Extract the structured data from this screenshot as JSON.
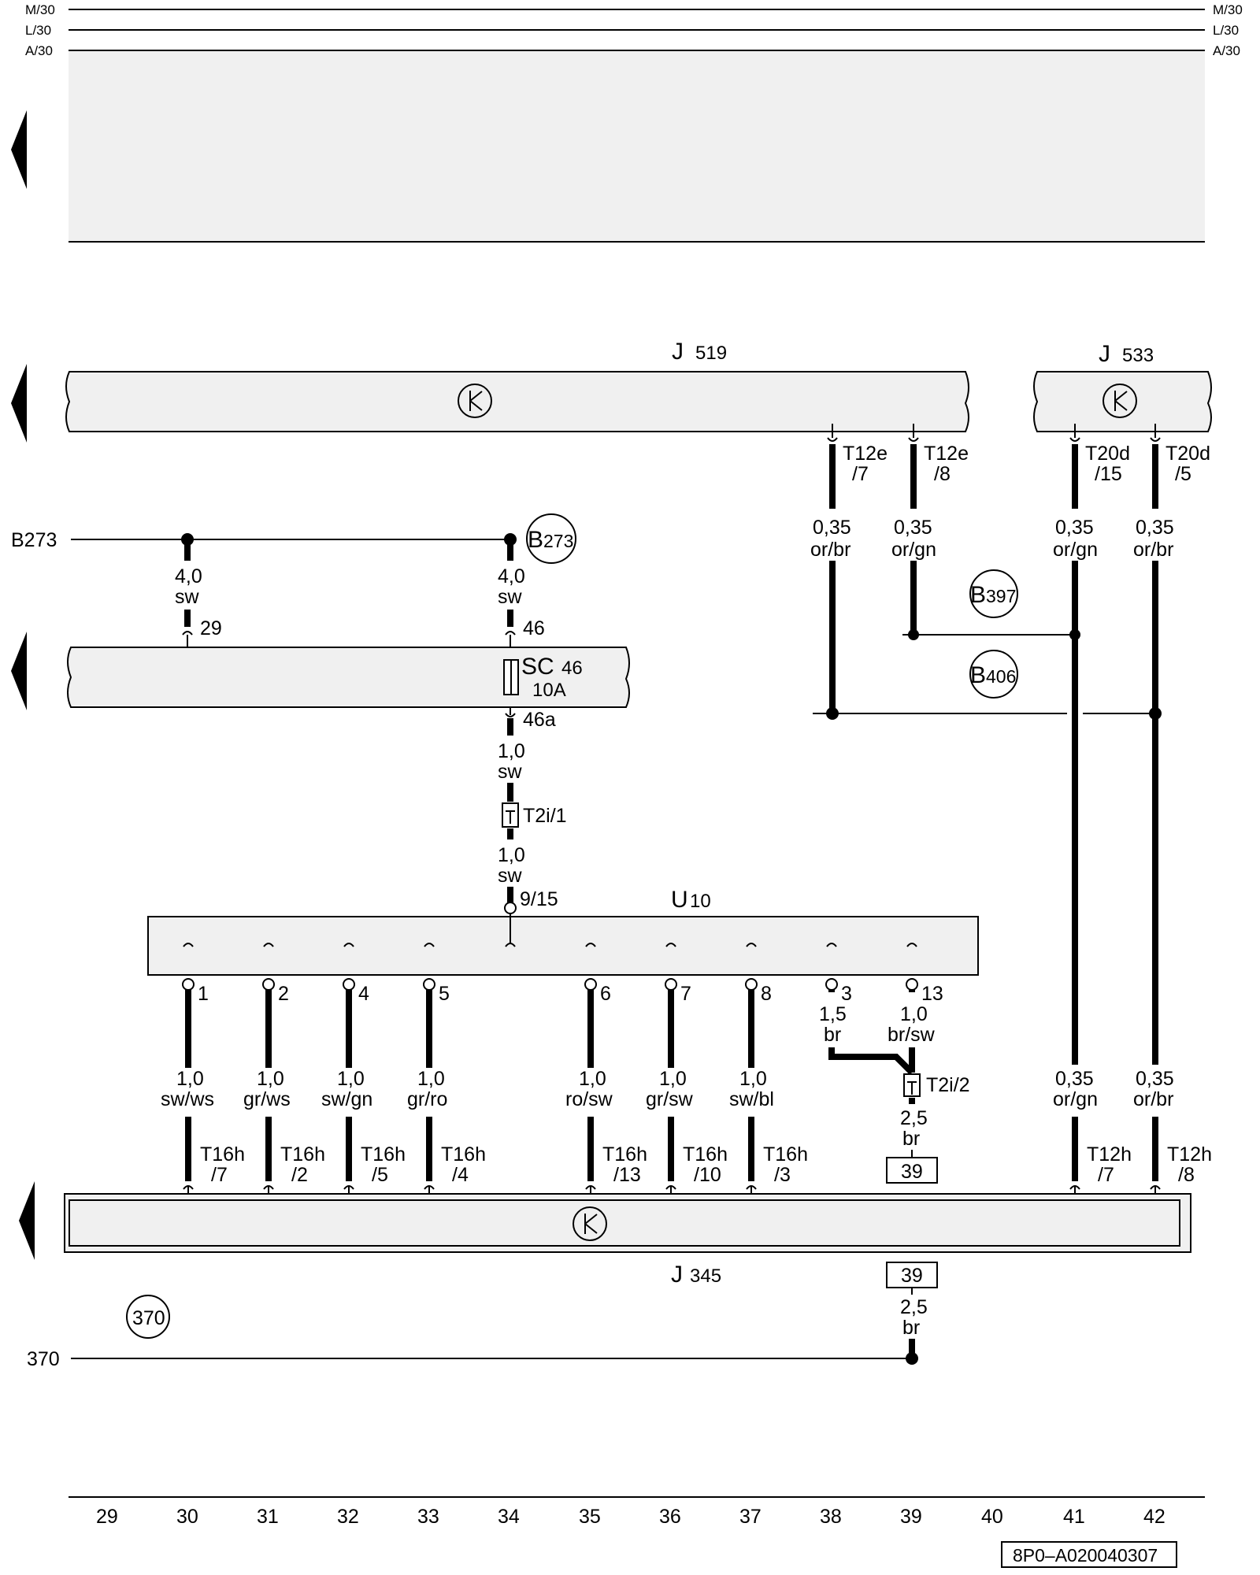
{
  "rails": [
    {
      "id": "m",
      "label": "M/30"
    },
    {
      "id": "l",
      "label": "L/30"
    },
    {
      "id": "a",
      "label": "A/30"
    }
  ],
  "components": {
    "j519": {
      "name": "J",
      "number": "519"
    },
    "j533": {
      "name": "J",
      "number": "533"
    },
    "sc46": {
      "name": "SC",
      "number": "46",
      "rating": "10A"
    },
    "u10": {
      "name": "U",
      "number": "10"
    },
    "j345": {
      "name": "J",
      "number": "345"
    }
  },
  "connections": {
    "b273_line": "B273",
    "b273_circle": {
      "letter": "B",
      "number": "273"
    },
    "b397_circle": {
      "letter": "B",
      "number": "397"
    },
    "b406_circle": {
      "letter": "B",
      "number": "406"
    },
    "c370_line": "370",
    "c370_circle": "370"
  },
  "pins": {
    "t12e_7": {
      "top": "T12e",
      "bottom": "/7"
    },
    "t12e_8": {
      "top": "T12e",
      "bottom": "/8"
    },
    "t20d_15": {
      "top": "T20d",
      "bottom": "/15"
    },
    "t20d_5": {
      "top": "T20d",
      "bottom": "/5"
    },
    "p29": "29",
    "p46": "46",
    "p46a": "46a",
    "t2i_1": "T2i/1",
    "p9_15": "9/15",
    "t2i_2": "T2i/2",
    "u10_pins": [
      "1",
      "2",
      "4",
      "5",
      "6",
      "7",
      "8",
      "3",
      "13"
    ],
    "t16h": [
      {
        "top": "T16h",
        "bottom": "/7"
      },
      {
        "top": "T16h",
        "bottom": "/2"
      },
      {
        "top": "T16h",
        "bottom": "/5"
      },
      {
        "top": "T16h",
        "bottom": "/4"
      },
      {
        "top": "T16h",
        "bottom": "/13"
      },
      {
        "top": "T16h",
        "bottom": "/10"
      },
      {
        "top": "T16h",
        "bottom": "/3"
      }
    ],
    "t12h_7": {
      "top": "T12h",
      "bottom": "/7"
    },
    "t12h_8": {
      "top": "T12h",
      "bottom": "/8"
    }
  },
  "wires": {
    "j519_1": {
      "size": "0,35",
      "color": "or/br"
    },
    "j519_2": {
      "size": "0,35",
      "color": "or/gn"
    },
    "j533_1": {
      "size": "0,35",
      "color": "or/gn"
    },
    "j533_2": {
      "size": "0,35",
      "color": "or/br"
    },
    "b273_a": {
      "size": "4,0",
      "color": "sw"
    },
    "b273_b": {
      "size": "4,0",
      "color": "sw"
    },
    "sc46_out": {
      "size": "1,0",
      "color": "sw"
    },
    "t2i_out": {
      "size": "1,0",
      "color": "sw"
    },
    "u10_bottom": [
      {
        "size": "1,0",
        "color": "sw/ws"
      },
      {
        "size": "1,0",
        "color": "gr/ws"
      },
      {
        "size": "1,0",
        "color": "sw/gn"
      },
      {
        "size": "1,0",
        "color": "gr/ro"
      },
      {
        "size": "1,0",
        "color": "ro/sw"
      },
      {
        "size": "1,0",
        "color": "gr/sw"
      },
      {
        "size": "1,0",
        "color": "sw/bl"
      }
    ],
    "pin3": {
      "size": "1,5",
      "color": "br"
    },
    "pin13": {
      "size": "1,0",
      "color": "br/sw"
    },
    "t2i2_out": {
      "size": "2,5",
      "color": "br"
    },
    "ground_out": {
      "size": "2,5",
      "color": "br"
    },
    "right_low_1": {
      "size": "0,35",
      "color": "or/gn"
    },
    "right_low_2": {
      "size": "0,35",
      "color": "or/br"
    }
  },
  "ground_box_top": "39",
  "ground_box_bottom": "39",
  "column_numbers": [
    "29",
    "30",
    "31",
    "32",
    "33",
    "34",
    "35",
    "36",
    "37",
    "38",
    "39",
    "40",
    "41",
    "42"
  ],
  "reference_code": "8P0–A020040307"
}
